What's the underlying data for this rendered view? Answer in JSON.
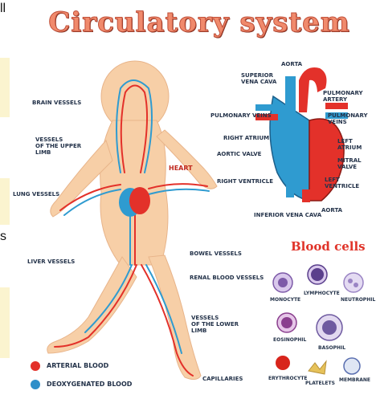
{
  "page": {
    "left_fragments": [
      "ll",
      "s"
    ]
  },
  "title": "Circulatory system",
  "body_labels": {
    "brain_vessels": "BRAIN VESSELS",
    "upper_limb": "VESSELS\nOF THE UPPER\nLIMB",
    "heart": "HEART",
    "lung_vessels": "LUNG VESSELS",
    "liver_vessels": "LIVER VESSELS",
    "bowel_vessels": "BOWEL VESSELS",
    "renal_vessels": "RENAL BLOOD VESSELS",
    "lower_limb": "VESSELS\nOF THE LOWER\nLIMB",
    "capillaries": "CAPILLARIES"
  },
  "heart_labels": {
    "aorta": "AORTA",
    "superior_vena_cava": "SUPERIOR\nVENA CAVA",
    "pulmonary_artery": "PULMONARY ARTERY",
    "pulmonary_veins_left": "PULMONARY VEINS",
    "pulmonary_veins_right": "PULMONARY VEINS",
    "right_atrium": "RIGHT ATRIUM",
    "left_atrium": "LEFT ATRIUM",
    "aortic_valve": "AORTIC VALVE",
    "mitral_valve": "MITRAL VALVE",
    "right_ventricle": "RIGHT VENTRICLE",
    "left_ventricle": "LEFT VENTRICLE",
    "inferior_vena_cava": "INFERIOR VENA CAVA",
    "aorta_bottom": "AORTA"
  },
  "blood_cells": {
    "title": "Blood cells",
    "cells": [
      {
        "name": "MONOCYTE",
        "color": "#7d5aa8"
      },
      {
        "name": "LYMPHOCYTE",
        "color": "#5a3f8c"
      },
      {
        "name": "NEUTROPHIL",
        "color": "#9a84c4"
      },
      {
        "name": "EOSINOPHIL",
        "color": "#8a3f8e"
      },
      {
        "name": "BASOPHIL",
        "color": "#6e5aa0"
      },
      {
        "name": "ERYTHROCYTE",
        "color": "#d8251c"
      },
      {
        "name": "PLATELETS",
        "color": "#e6c25a"
      },
      {
        "name": "MEMBRANE",
        "color": "#5a6fb0"
      }
    ]
  },
  "legend": {
    "arterial": "ARTERIAL BLOOD",
    "arterial_color": "#e3312a",
    "deoxygenated": "DEOXYGENATED BLOOD",
    "deoxygenated_color": "#2f8fc9"
  },
  "colors": {
    "skin": "#f7cfa7",
    "artery": "#e3312a",
    "vein": "#2f9bd0",
    "title": "#f08a6c"
  }
}
